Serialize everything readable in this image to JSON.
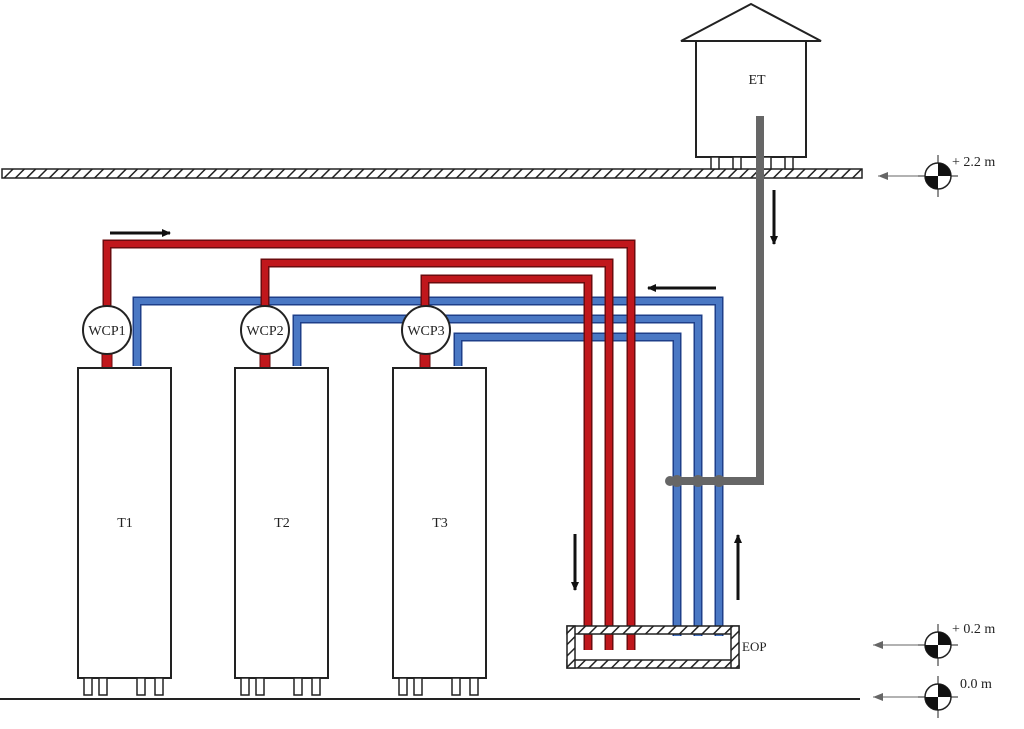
{
  "labels": {
    "expansion_tank": "ET",
    "expansion_pit": "EOP",
    "tanks": [
      "T1",
      "T2",
      "T3"
    ],
    "pumps": [
      "WCP1",
      "WCP2",
      "WCP3"
    ]
  },
  "levels": {
    "top": "+ 2.2 m",
    "pit": "+ 0.2 m",
    "floor": "0.0 m"
  },
  "colors": {
    "supply_pipe": "#c0171c",
    "return_pipe": "#4a78c4",
    "expansion_pipe": "#666666",
    "outline": "#222222"
  }
}
